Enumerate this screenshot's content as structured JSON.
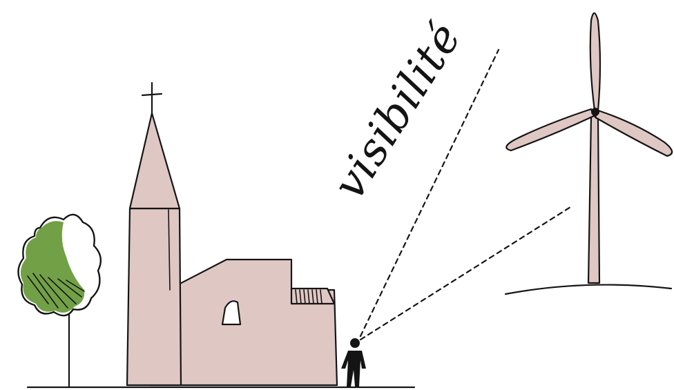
{
  "diagram": {
    "label": "visibilité",
    "colors": {
      "building_fill": "#dfc7c3",
      "foliage_green": "#6a9b3c",
      "ink": "#141414",
      "background": "#ffffff"
    },
    "elements": [
      "tree-icon",
      "church-icon",
      "cross-icon",
      "person-icon",
      "sight-lines",
      "wind-turbine-icon",
      "hill-line"
    ]
  }
}
